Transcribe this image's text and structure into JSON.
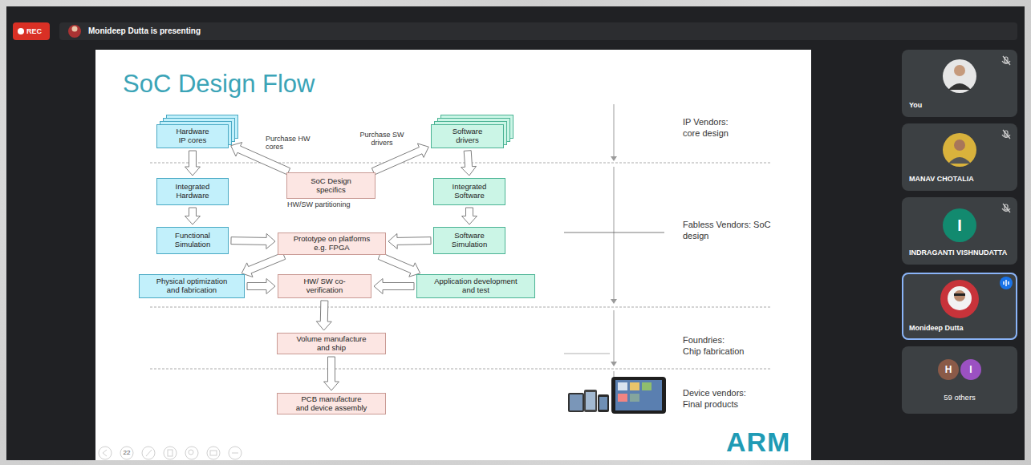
{
  "diagram": {
    "title": "SoC Design Flow",
    "nodes": [
      {
        "text": [
          "REC"
        ]
      },
      {
        "text": [
          "Hardware IP cores"
        ]
      },
      {
        "text": [
          "Software drivers"
        ]
      },
      {
        "text": [
          "Integrated Hardware"
        ]
      },
      {
        "text": [
          "SoC Design specifics"
        ]
      },
      {
        "text": [
          "Integrated Software"
        ]
      },
      {
        "text": [
          "Functional Simulation"
        ]
      },
      {
        "text": [
          "Prototype on platforms e.g. FPGA"
        ]
      },
      {
        "text": [
          "Software Simulation"
        ]
      },
      {
        "text": [
          "Physical optimization and fabrication"
        ]
      },
      {
        "text": [
          "HW/ SW co-verification"
        ]
      },
      {
        "text": [
          "Application development and test"
        ]
      },
      {
        "text": [
          "Volume manufacture and ship"
        ]
      },
      {
        "text": [
          "PCB manufacture and device assembly"
        ]
      },
      {
        "text": [
          "You"
        ]
      },
      {
        "text": [
          "MANAV CHOTALIA"
        ]
      },
      {
        "text": [
          "INDRAGANTI VISHNUDATTA"
        ]
      },
      {
        "text": [
          "I"
        ],
        "in": 16
      },
      {
        "text": [
          "Monideep Dutta"
        ]
      },
      {
        "text": [
          "59 others"
        ]
      },
      {
        "text": [
          "H"
        ],
        "in": 19
      },
      {
        "text": [
          "I"
        ],
        "in": 19
      }
    ],
    "edges": [
      {
        "from": 1,
        "to": 3,
        "arrow": "to"
      },
      {
        "from": 3,
        "to": 6,
        "arrow": "to"
      },
      {
        "from": 2,
        "to": 5,
        "arrow": "to"
      },
      {
        "from": 5,
        "to": 8,
        "arrow": "to"
      },
      {
        "from": 4,
        "to": 1,
        "arrow": "to"
      },
      {
        "from": 4,
        "to": 2,
        "arrow": "to"
      },
      {
        "from": 6,
        "to": 7,
        "arrow": "to"
      },
      {
        "from": 8,
        "to": 7,
        "arrow": "to"
      },
      {
        "from": 7,
        "to": 9,
        "arrow": "to"
      },
      {
        "from": 7,
        "to": 11,
        "arrow": "to"
      },
      {
        "from": 9,
        "to": 10,
        "arrow": "to"
      },
      {
        "from": 11,
        "to": 10,
        "arrow": "to"
      },
      {
        "from": 10,
        "to": 12,
        "arrow": "to"
      },
      {
        "from": 12,
        "to": 13,
        "arrow": "to"
      }
    ],
    "labels": [
      "Monideep Dutta is presenting",
      "Purchase HW cores",
      "Purchase SW drivers",
      "HW/SW partitioning",
      "IP Vendors:",
      "core design",
      "Fabless Vendors: SoC design",
      "Foundries:",
      "Chip fabrication",
      "Device vendors:",
      "Final products",
      "ARM",
      "22"
    ]
  }
}
